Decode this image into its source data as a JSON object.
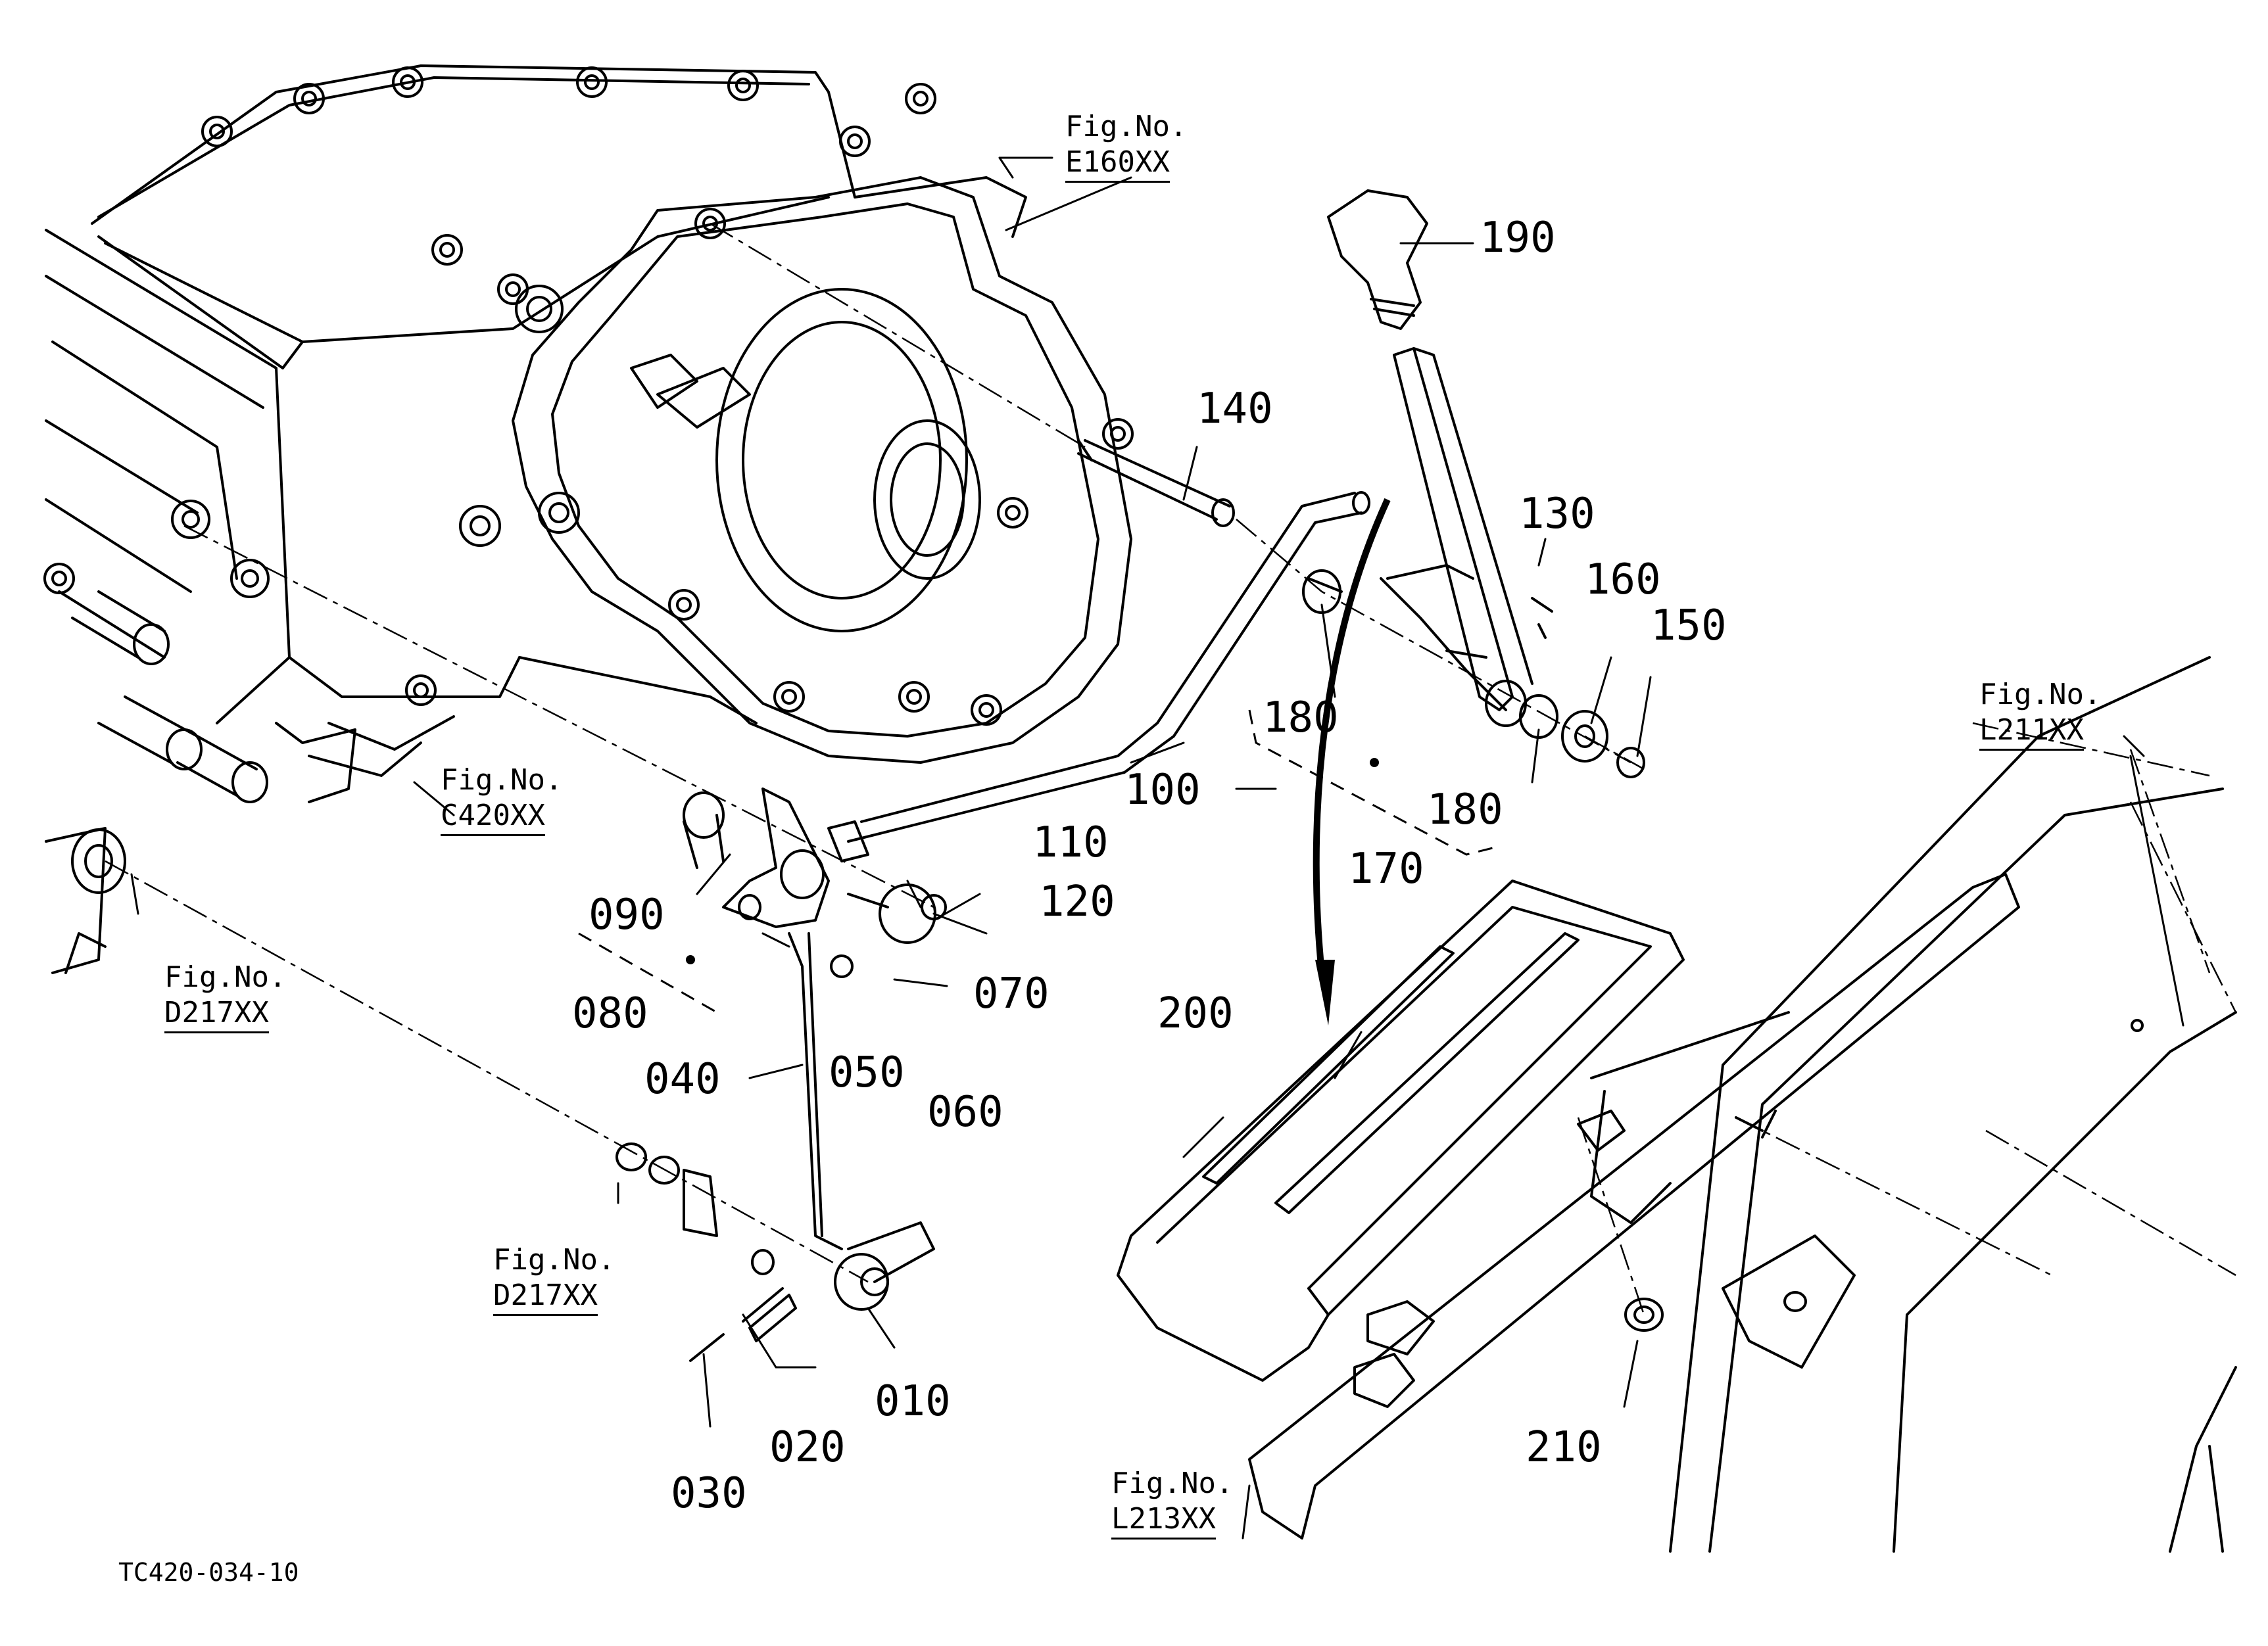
{
  "drawing_code": "TC420-034-10",
  "fig_refs": [
    {
      "id": "e160",
      "caption": "Fig.No.",
      "code": "E160XX"
    },
    {
      "id": "c420",
      "caption": "Fig.No.",
      "code": "C420XX"
    },
    {
      "id": "d217a",
      "caption": "Fig.No.",
      "code": "D217XX"
    },
    {
      "id": "d217b",
      "caption": "Fig.No.",
      "code": "D217XX"
    },
    {
      "id": "l211",
      "caption": "Fig.No.",
      "code": "L211XX"
    },
    {
      "id": "l213",
      "caption": "Fig.No.",
      "code": "L213XX"
    }
  ],
  "part_labels": {
    "p010": "010",
    "p020": "020",
    "p030": "030",
    "p040": "040",
    "p050": "050",
    "p060": "060",
    "p070": "070",
    "p080": "080",
    "p090": "090",
    "p100": "100",
    "p110": "110",
    "p120": "120",
    "p130": "130",
    "p140": "140",
    "p150": "150",
    "p160": "160",
    "p170": "170",
    "p180a": "180",
    "p180b": "180",
    "p190": "190",
    "p200": "200",
    "p210": "210"
  }
}
